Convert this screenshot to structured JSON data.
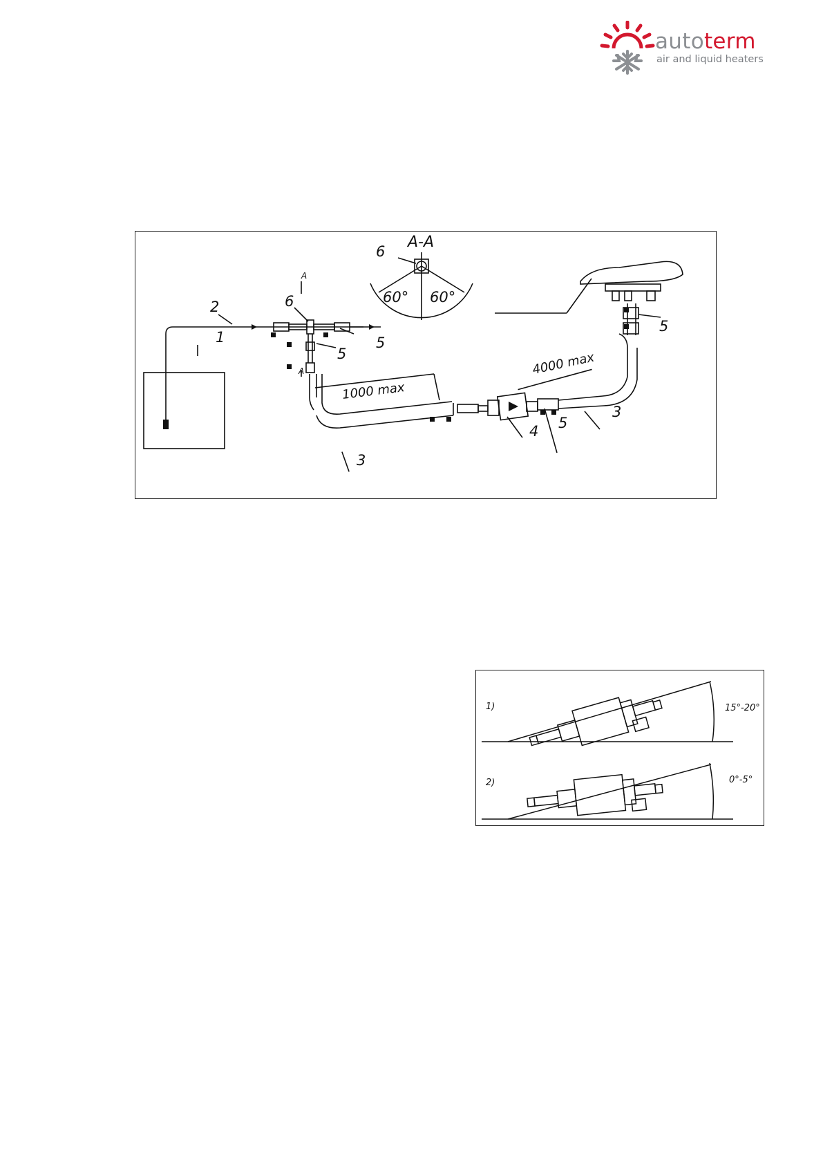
{
  "brand": {
    "name_part1": "auto",
    "name_part2": "term",
    "tagline": "air and liquid heaters",
    "colors": {
      "red": "#d3182e",
      "grey": "#8c8f93"
    }
  },
  "figure1": {
    "section_label": "A-A",
    "section_marks": [
      "A",
      "A"
    ],
    "angle_left": "60°",
    "angle_right": "60°",
    "dimension_1": "1000 max",
    "dimension_2": "4000 max",
    "callouts": {
      "n1": "1",
      "n2": "2",
      "n3a": "3",
      "n3b": "3",
      "n4": "4",
      "n5a": "5",
      "n5b": "5",
      "n5c": "5",
      "n5d": "5",
      "n6a": "6",
      "n6b": "6"
    }
  },
  "figure2": {
    "case1": "1)",
    "case2": "2)",
    "angle1": "15°-20°",
    "angle2": "0°-5°"
  }
}
